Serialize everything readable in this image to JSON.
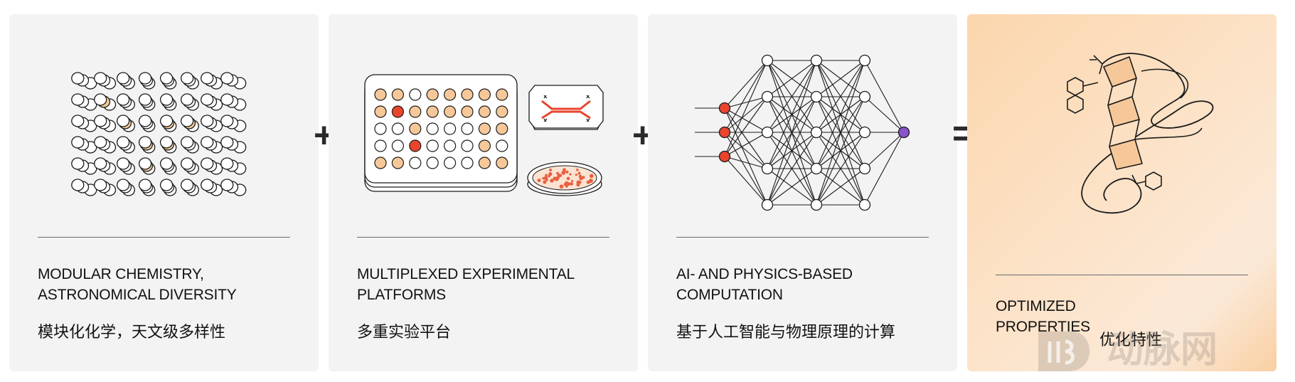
{
  "panels": [
    {
      "title_line1": "MODULAR CHEMISTRY,",
      "title_line2": "ASTRONOMICAL DIVERSITY",
      "subtitle": "模块化化学，天文级多样性"
    },
    {
      "title_line1": "MULTIPLEXED EXPERIMENTAL",
      "title_line2": "PLATFORMS",
      "subtitle": "多重实验平台"
    },
    {
      "title_line1": "AI- AND PHYSICS-BASED",
      "title_line2": "COMPUTATION",
      "subtitle": "基于人工智能与物理原理的计算"
    },
    {
      "title_line1": "OPTIMIZED",
      "title_line2": "PROPERTIES",
      "subtitle": "优化特性"
    }
  ],
  "operators": {
    "plus_1": "+",
    "plus_2": "+",
    "equals": "="
  },
  "watermark": {
    "text": "动脉网"
  },
  "colors": {
    "panel_bg": "#f3f3f4",
    "accent_orange": "#f6c899",
    "accent_red": "#e8452c",
    "accent_purple": "#8a54c8",
    "highlight_bg": "#fbd6ad",
    "ink": "#111111"
  },
  "icons": {
    "panel1": "molecule-grid-icon",
    "panel2": "well-plate-and-petri-dish-icon",
    "panel3": "neural-network-icon",
    "panel4": "protein-helix-icon"
  }
}
